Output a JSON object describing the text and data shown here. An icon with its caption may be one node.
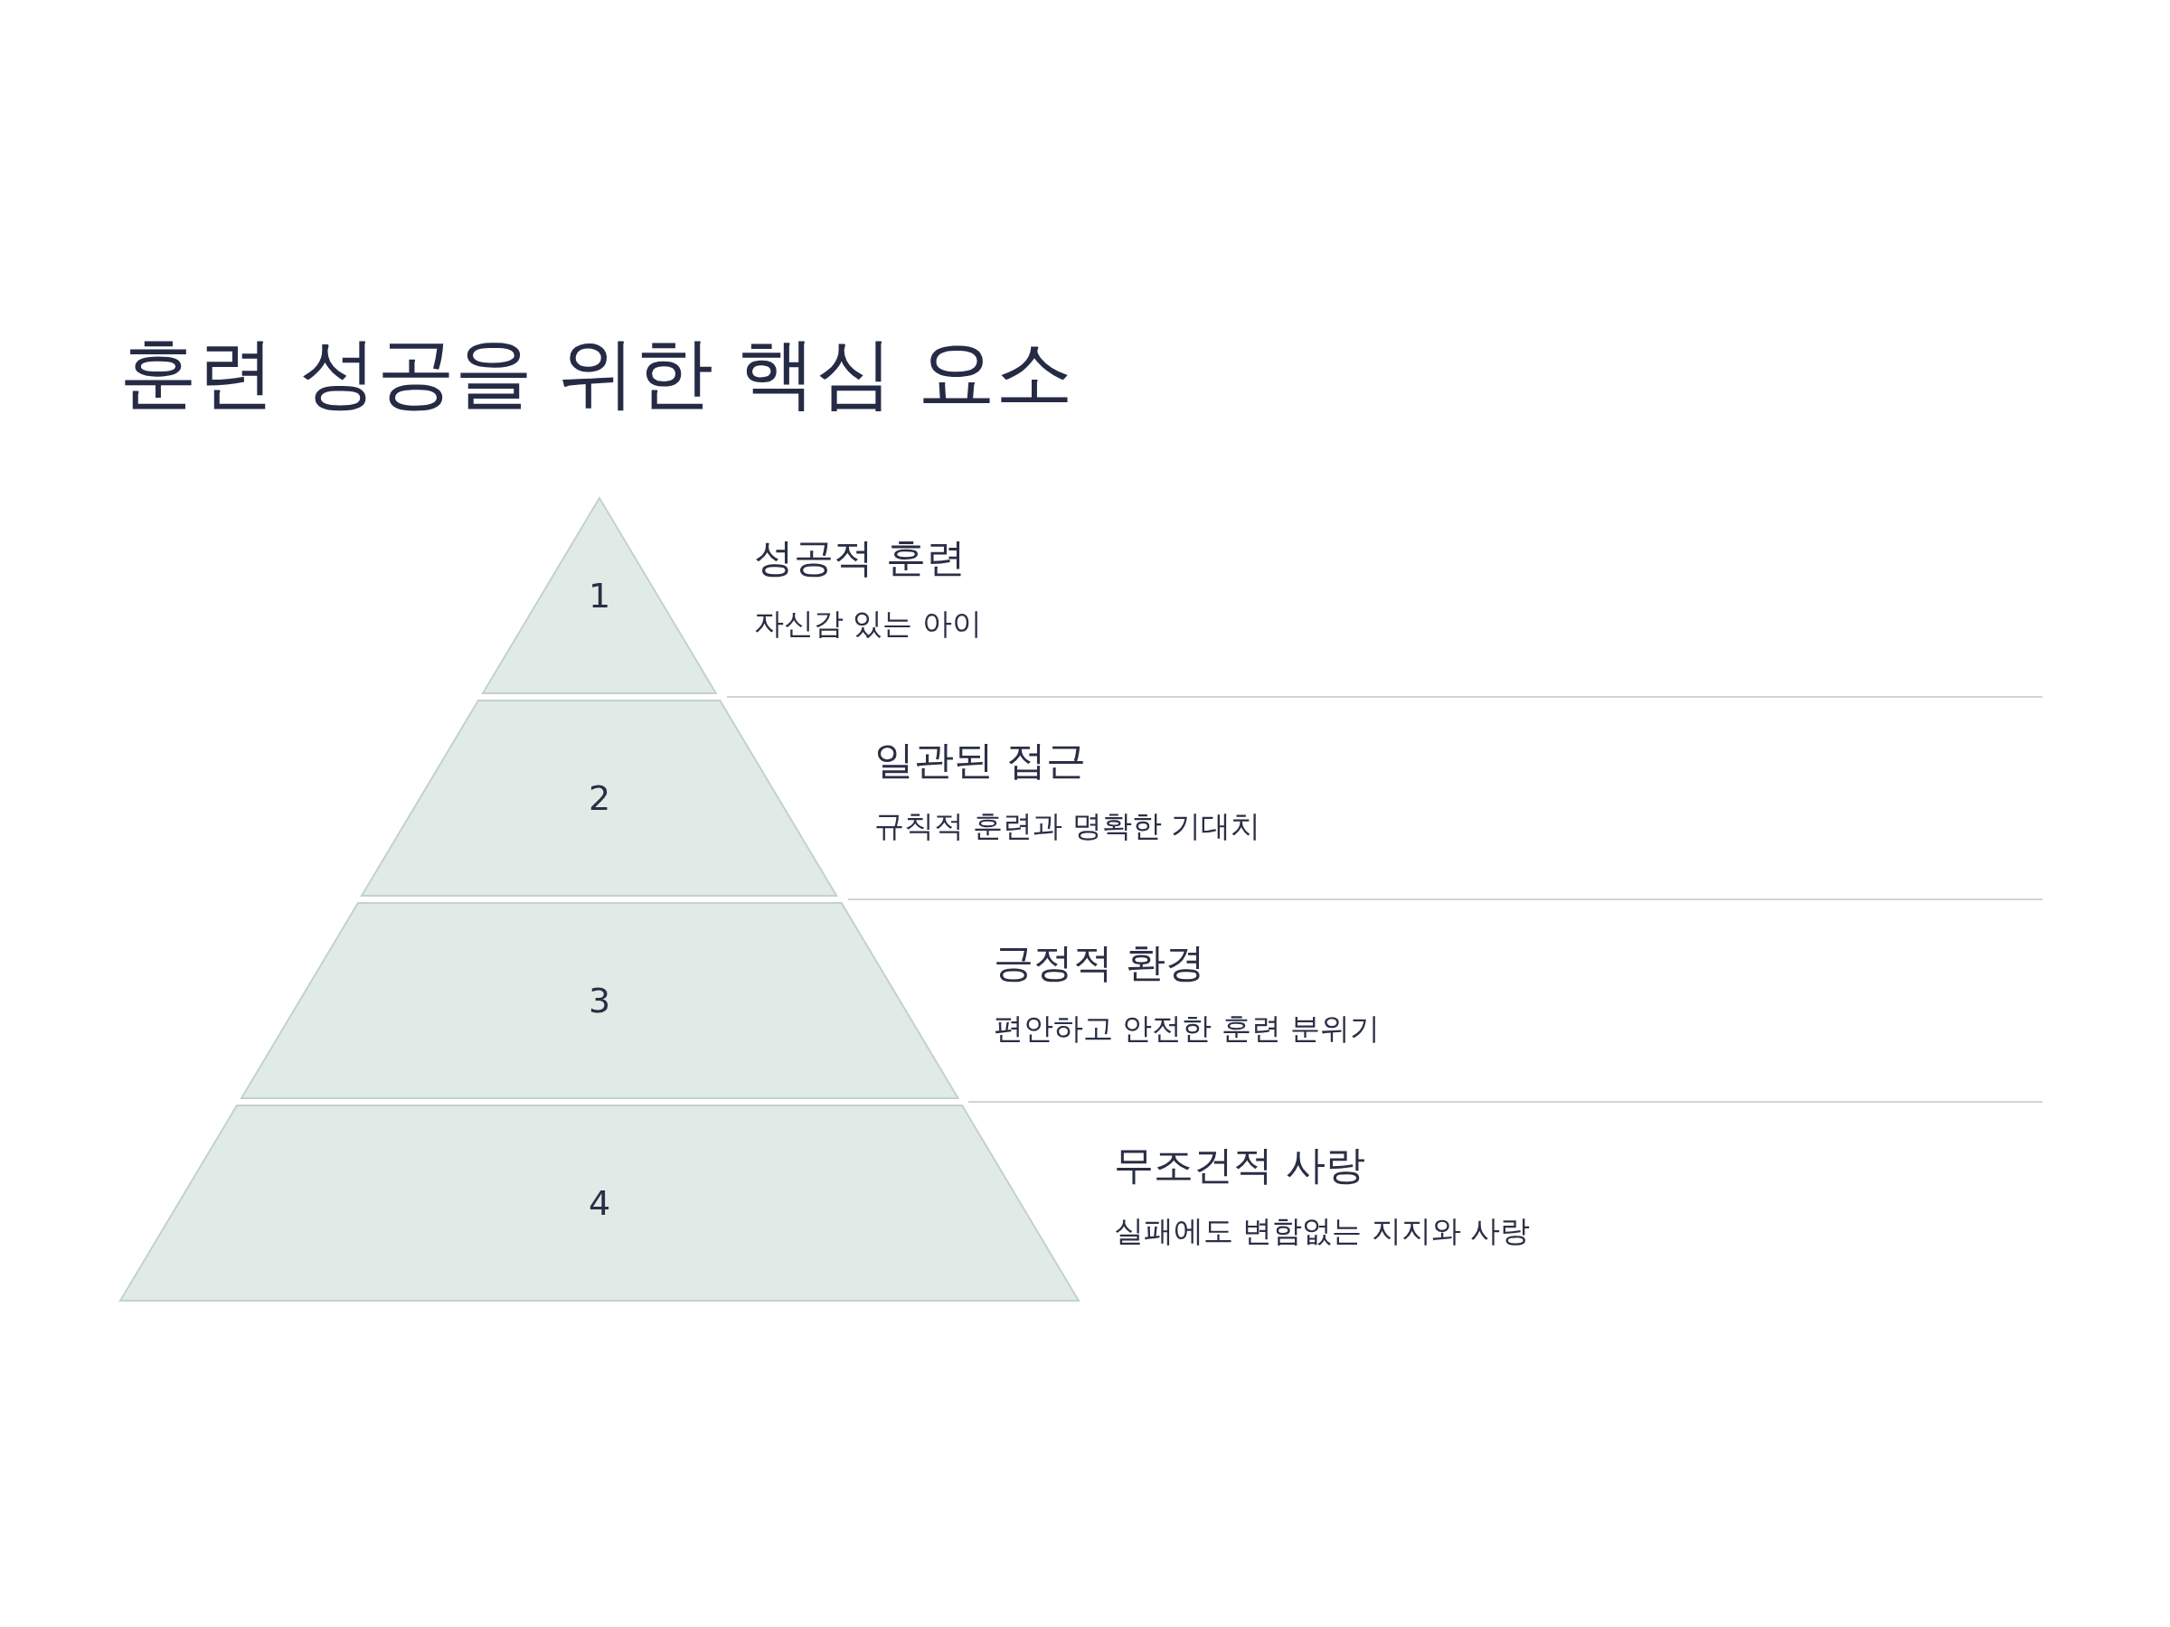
{
  "diagram": {
    "title": "훈련 성공을 위한 핵심 요소",
    "nodes": [
      {
        "text": [
          "1"
        ],
        "beside": [
          "성공적 훈련",
          "자신감 있는 아이"
        ]
      },
      {
        "text": [
          "2"
        ],
        "beside": [
          "일관된 접근",
          "규칙적 훈련과 명확한 기대치"
        ]
      },
      {
        "text": [
          "3"
        ],
        "beside": [
          "긍정적 환경",
          "편안하고 안전한 훈련 분위기"
        ]
      },
      {
        "text": [
          "4"
        ],
        "beside": [
          "무조건적 사랑",
          "실패에도 변함없는 지지와 사랑"
        ]
      }
    ]
  }
}
